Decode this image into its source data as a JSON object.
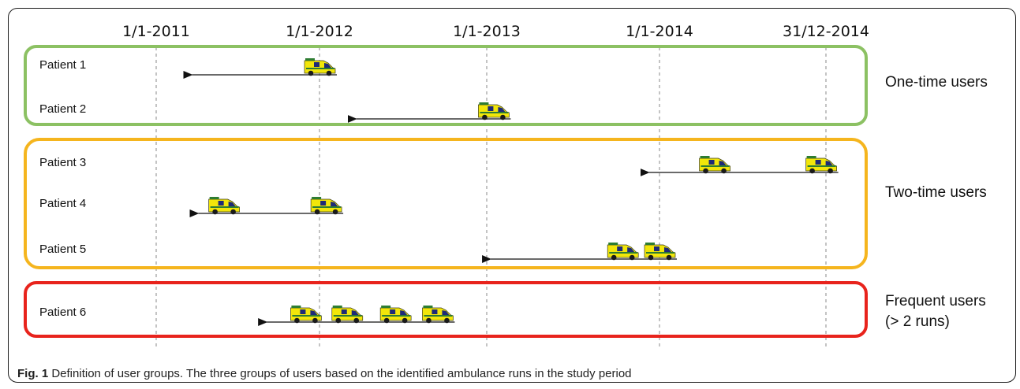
{
  "timeline": {
    "dates": [
      "1/1-2011",
      "1/1-2012",
      "1/1-2013",
      "1/1-2014",
      "31/12-2014"
    ]
  },
  "patients": [
    {
      "label": "Patient 1",
      "group": 0,
      "runs": [
        "2012-01-01"
      ],
      "arrow_to": "2011-03-01"
    },
    {
      "label": "Patient 2",
      "group": 0,
      "runs": [
        "2013-01-15"
      ],
      "arrow_to": "2012-03-01"
    },
    {
      "label": "Patient 3",
      "group": 1,
      "runs": [
        "2014-05-01",
        "2014-12-20"
      ],
      "arrow_to": "2013-11-20"
    },
    {
      "label": "Patient 4",
      "group": 1,
      "runs": [
        "2011-06-01",
        "2012-01-15"
      ],
      "arrow_to": "2011-03-15"
    },
    {
      "label": "Patient 5",
      "group": 1,
      "runs": [
        "2013-10-15",
        "2014-01-01"
      ],
      "arrow_to": "2012-12-20"
    },
    {
      "label": "Patient 6",
      "group": 2,
      "runs": [
        "2011-12-01",
        "2012-03-01",
        "2012-06-15",
        "2012-09-15"
      ],
      "arrow_to": "2011-08-15"
    }
  ],
  "groups": [
    {
      "lines": [
        "One-time users"
      ],
      "color": "#8cc163"
    },
    {
      "lines": [
        "Two-time users"
      ],
      "color": "#f5b51e"
    },
    {
      "lines": [
        "Frequent users",
        "(> 2 runs)"
      ],
      "color": "#e8231c"
    }
  ],
  "caption": {
    "figure_label": "Fig. 1",
    "text": " Definition of user groups. The three groups of users based on the identified ambulance runs in the study period"
  },
  "colors": {
    "ambulance_body": "#f2e60a",
    "ambulance_stripe": "#2e7d32",
    "ambulance_window": "#1e2a78"
  },
  "icons": {
    "run": "ambulance-icon"
  }
}
